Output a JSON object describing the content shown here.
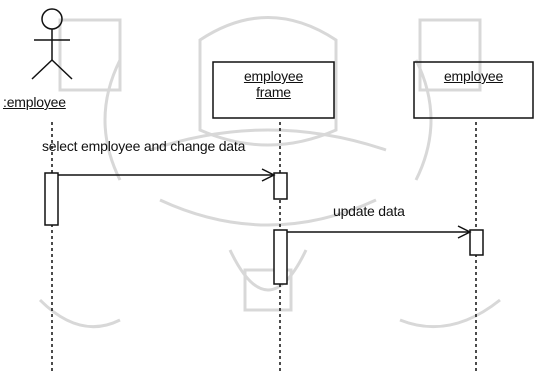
{
  "actor": {
    "name": ":employee"
  },
  "objects": [
    {
      "line1": "employee",
      "line2": "frame"
    },
    {
      "line1": "employee"
    }
  ],
  "messages": [
    {
      "label": "select employee and change data"
    },
    {
      "label": "update data"
    }
  ],
  "background_watermark": "crest",
  "colors": {
    "ink": "#111111",
    "watermark": "#d0d0d0"
  }
}
